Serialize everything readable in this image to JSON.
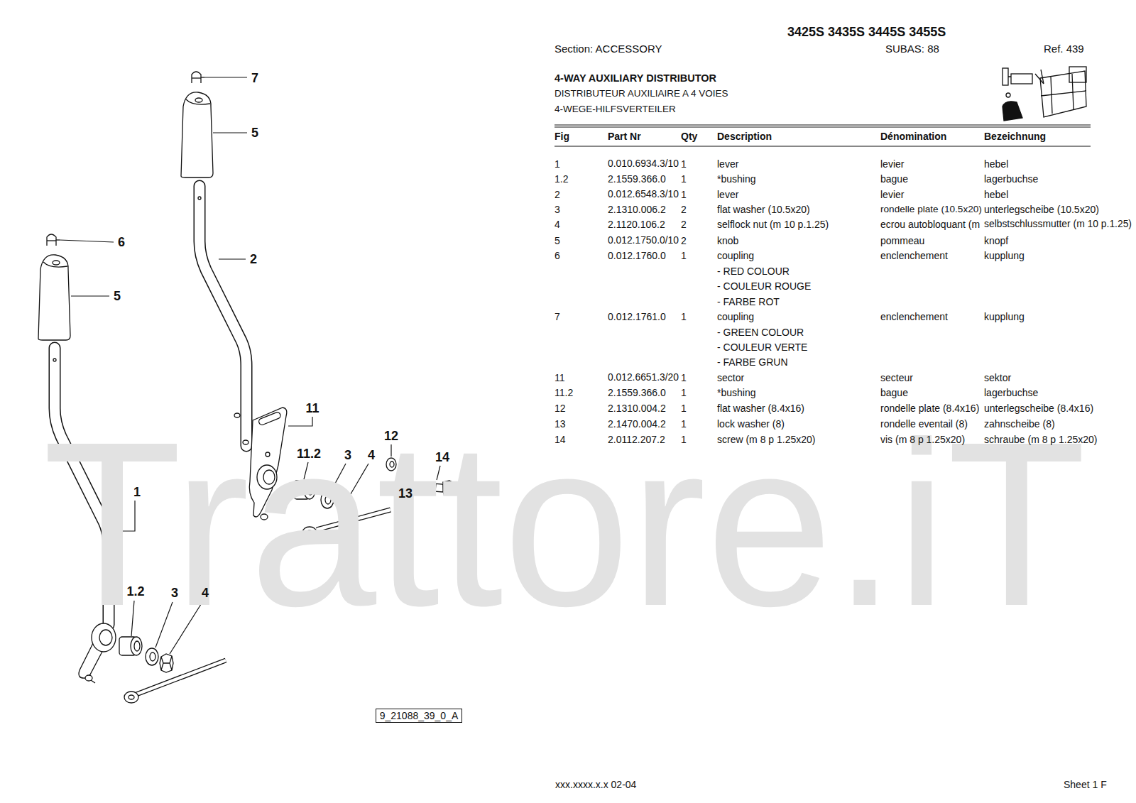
{
  "diagram": {
    "title": "4-WAY AUXILIARY DISTRIBUTOR",
    "nodes": [
      {
        "text": [
          "9_21088_39_0_A"
        ]
      }
    ],
    "labels": [
      "3425S 3435S 3445S 3455S",
      "Section: ACCESSORY",
      "SUBAS: 88",
      "Ref. 439",
      "DISTRIBUTEUR AUXILIAIRE A 4 VOIES",
      "4-WEGE-HILFSVERTEILER",
      "Fig",
      "Part Nr",
      "Qty",
      "Description",
      "Dénomination",
      "Bezeichnung",
      "1",
      "0.010.6934.3/10",
      "1",
      "lever",
      "levier",
      "hebel",
      "1.2",
      "2.1559.366.0",
      "1",
      "*bushing",
      "bague",
      "lagerbuchse",
      "2",
      "0.012.6548.3/10",
      "1",
      "lever",
      "levier",
      "hebel",
      "3",
      "2.1310.006.2",
      "2",
      "flat washer (10.5x20)",
      "rondelle plate (10.5x20)",
      "unterlegscheibe (10.5x20)",
      "4",
      "2.1120.106.2",
      "2",
      "selflock nut (m 10 p.1.25)",
      "ecrou autobloquant (m",
      "selbstschlussmutter (m 10 p.1.25)",
      "5",
      "0.012.1750.0/10",
      "2",
      "knob",
      "pommeau",
      "knopf",
      "6",
      "0.012.1760.0",
      "1",
      "coupling",
      "enclenchement",
      "kupplung",
      "- RED COLOUR",
      "- COULEUR ROUGE",
      "- FARBE ROT",
      "7",
      "0.012.1761.0",
      "1",
      "coupling",
      "enclenchement",
      "kupplung",
      "- GREEN COLOUR",
      "- COULEUR VERTE",
      "- FARBE GRUN",
      "11",
      "0.012.6651.3/20",
      "1",
      "sector",
      "secteur",
      "sektor",
      "11.2",
      "2.1559.366.0",
      "1",
      "*bushing",
      "bague",
      "lagerbuchse",
      "12",
      "2.1310.004.2",
      "1",
      "flat washer (8.4x16)",
      "rondelle plate (8.4x16)",
      "unterlegscheibe (8.4x16)",
      "13",
      "2.1470.004.2",
      "1",
      "lock washer (8)",
      "rondelle eventail (8)",
      "zahnscheibe (8)",
      "14",
      "2.0112.207.2",
      "1",
      "screw (m 8 p 1.25x20)",
      "vis (m 8 p 1.25x20)",
      "schraube (m 8 p 1.25x20)",
      "7",
      "5",
      "6",
      "2",
      "5",
      "11",
      "11.2",
      "3",
      "4",
      "12",
      "14",
      "13",
      "1",
      "1.2",
      "3",
      "4",
      "xxx.xxxx.x.x  02-04",
      "Sheet 1 F",
      "Trattore.iT"
    ]
  }
}
